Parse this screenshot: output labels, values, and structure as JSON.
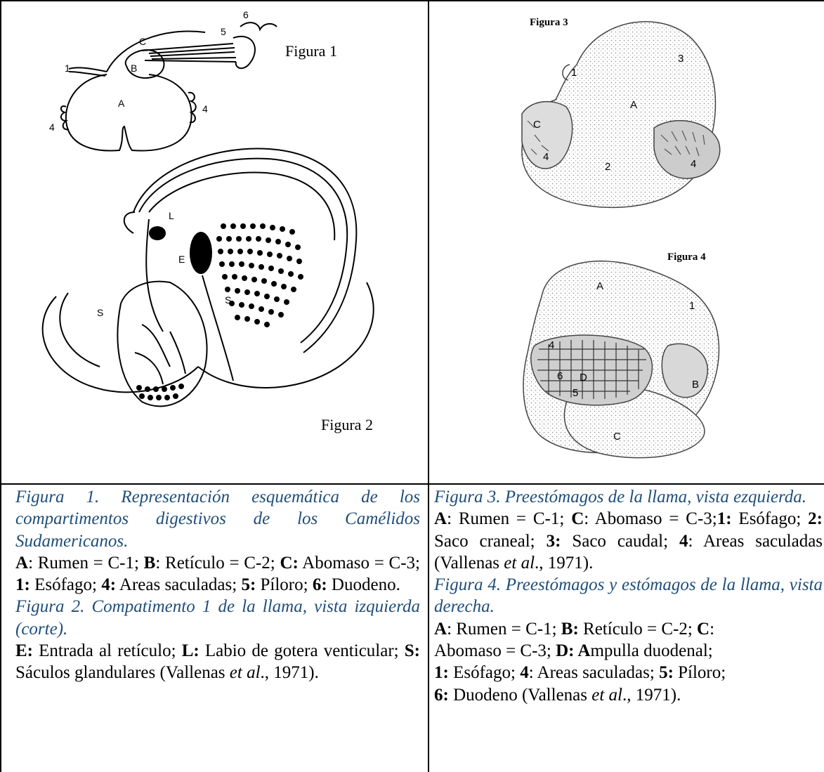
{
  "figures": {
    "fig1_label": "Figura 1",
    "fig2_label": "Figura 2",
    "fig3_label": "Figura 3",
    "fig4_label": "Figura 4",
    "fig1_letters": [
      "C",
      "B",
      "A",
      "1",
      "4",
      "4",
      "5",
      "6"
    ],
    "fig2_letters": [
      "L",
      "E",
      "S",
      "S"
    ],
    "fig3_letters": [
      "1",
      "3",
      "A",
      "C",
      "4",
      "2",
      "4"
    ],
    "fig4_letters": [
      "A",
      "1",
      "4",
      "6",
      "D",
      "5",
      "B",
      "C"
    ]
  },
  "captions": {
    "left": {
      "fig1_title": "Figura 1. Representación esquemática de los compartimentos digestivos de los Camélidos Sudamericanos.",
      "fig1_legend": [
        {
          "b": "A",
          "t": ": Rumen = C-1; "
        },
        {
          "b": "B",
          "t": ": Retículo = C-2; "
        },
        {
          "b": "C:",
          "t": " Abomaso = C-3; "
        },
        {
          "b": "1:",
          "t": " Esófago; "
        },
        {
          "b": "4:",
          "t": " Areas saculadas; "
        },
        {
          "b": "5:",
          "t": " Píloro; "
        },
        {
          "b": "6:",
          "t": " Duodeno."
        }
      ],
      "fig2_title": "Figura 2. Compatimento 1 de la llama, vista izquierda (corte).",
      "fig2_legend_1b": "E:",
      "fig2_legend_1t": " Entrada al retículo; ",
      "fig2_legend_2b": "L:",
      "fig2_legend_2t": " Labio de gotera venticular; ",
      "fig2_legend_3b": "S:",
      "fig2_legend_3t": " Sáculos glandulares (Vallenas ",
      "fig2_etal": "et al",
      "fig2_year": "., 1971)."
    },
    "right": {
      "fig3_title": "Figura 3. Preestómagos de la llama, vista ezquierda.",
      "fig3_l1b": "A",
      "fig3_l1t": ": Rumen = C-1; ",
      "fig3_l2b": "C",
      "fig3_l2t": ": Abomaso = C-3;",
      "fig3_l3b": "1:",
      "fig3_l3t": " Esófago; ",
      "fig3_l4b": "2:",
      "fig3_l4t": " Saco craneal; ",
      "fig3_l5b": "3:",
      "fig3_l5t": " Saco caudal;",
      "fig3_l6b": "4",
      "fig3_l6t": ": Areas saculadas (Vallenas ",
      "fig3_etal": "et al",
      "fig3_year": "., 1971).",
      "fig4_title": "Figura 4. Preestómagos y estómagos de la llama, vista derecha.",
      "fig4_l1b": "A",
      "fig4_l1t": ": Rumen = C-1; ",
      "fig4_l2b": "B:",
      "fig4_l2t": " Retículo = C-2; ",
      "fig4_l3b": "C",
      "fig4_l3t": ":",
      "fig4_l4t": "Abomaso = C-3; ",
      "fig4_l4b": "D: A",
      "fig4_l4t2": "mpulla duodenal;",
      "fig4_l5b": "1:",
      "fig4_l5t": " Esófago; ",
      "fig4_l6b": "4",
      "fig4_l6t": ": Areas saculadas; ",
      "fig4_l7b": "5:",
      "fig4_l7t": " Píloro;",
      "fig4_l8b": "6:",
      "fig4_l8t": " Duodeno (Vallenas ",
      "fig4_etal": "et al",
      "fig4_year": "., 1971)."
    }
  }
}
